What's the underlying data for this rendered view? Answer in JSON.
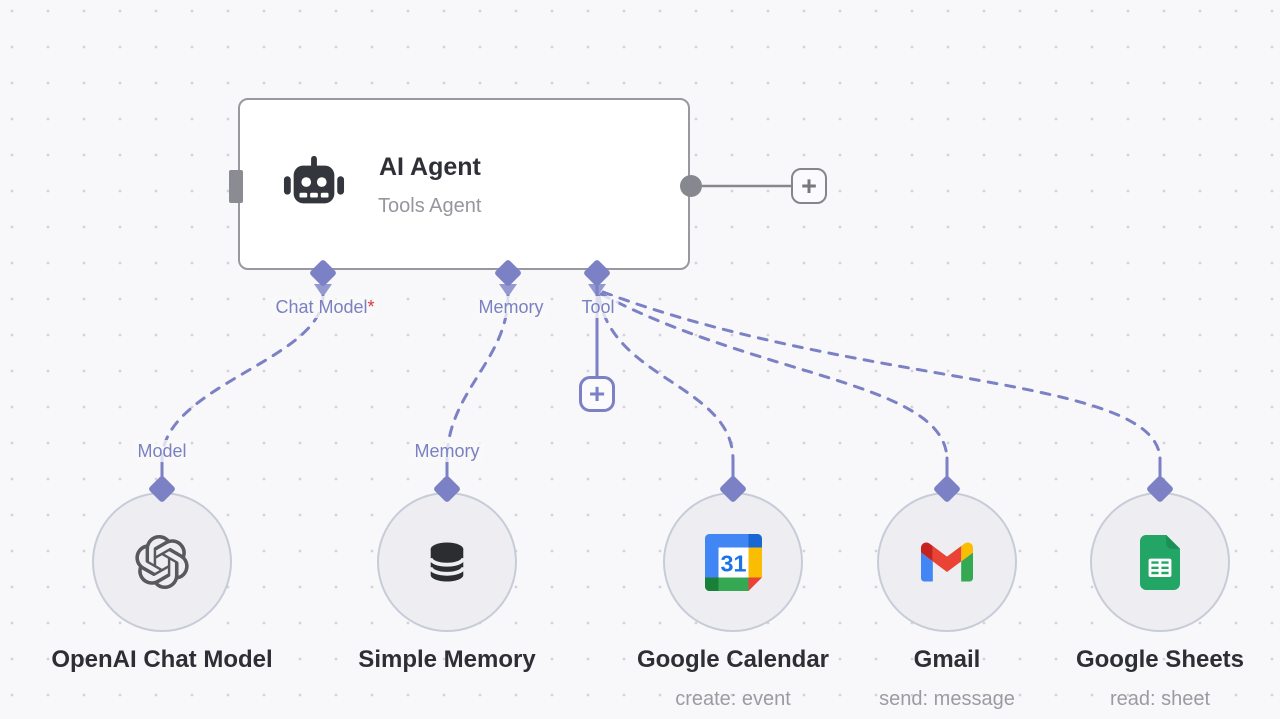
{
  "agent": {
    "title": "AI Agent",
    "subtitle": "Tools Agent",
    "inputs": [
      {
        "label": "Chat Model",
        "required_marker": "*"
      },
      {
        "label": "Memory",
        "required_marker": ""
      },
      {
        "label": "Tool",
        "required_marker": ""
      }
    ]
  },
  "nodes": [
    {
      "name": "OpenAI Chat Model",
      "operation": "",
      "port_label": "Model",
      "icon": "openai-icon"
    },
    {
      "name": "Simple Memory",
      "operation": "",
      "port_label": "Memory",
      "icon": "database-icon"
    },
    {
      "name": "Google Calendar",
      "operation": "create: event",
      "port_label": "",
      "icon": "google-calendar-icon"
    },
    {
      "name": "Gmail",
      "operation": "send: message",
      "port_label": "",
      "icon": "gmail-icon"
    },
    {
      "name": "Google Sheets",
      "operation": "read: sheet",
      "port_label": "",
      "icon": "google-sheets-icon"
    }
  ],
  "icons": {
    "calendar_day": "31"
  },
  "ui": {
    "plus_glyph": "+"
  },
  "colors": {
    "connector_purple": "#7b81c4",
    "gray_connector": "#87878f",
    "node_border": "#98989f",
    "canvas_bg": "#f8f8fa",
    "required_red": "#d9383e"
  }
}
